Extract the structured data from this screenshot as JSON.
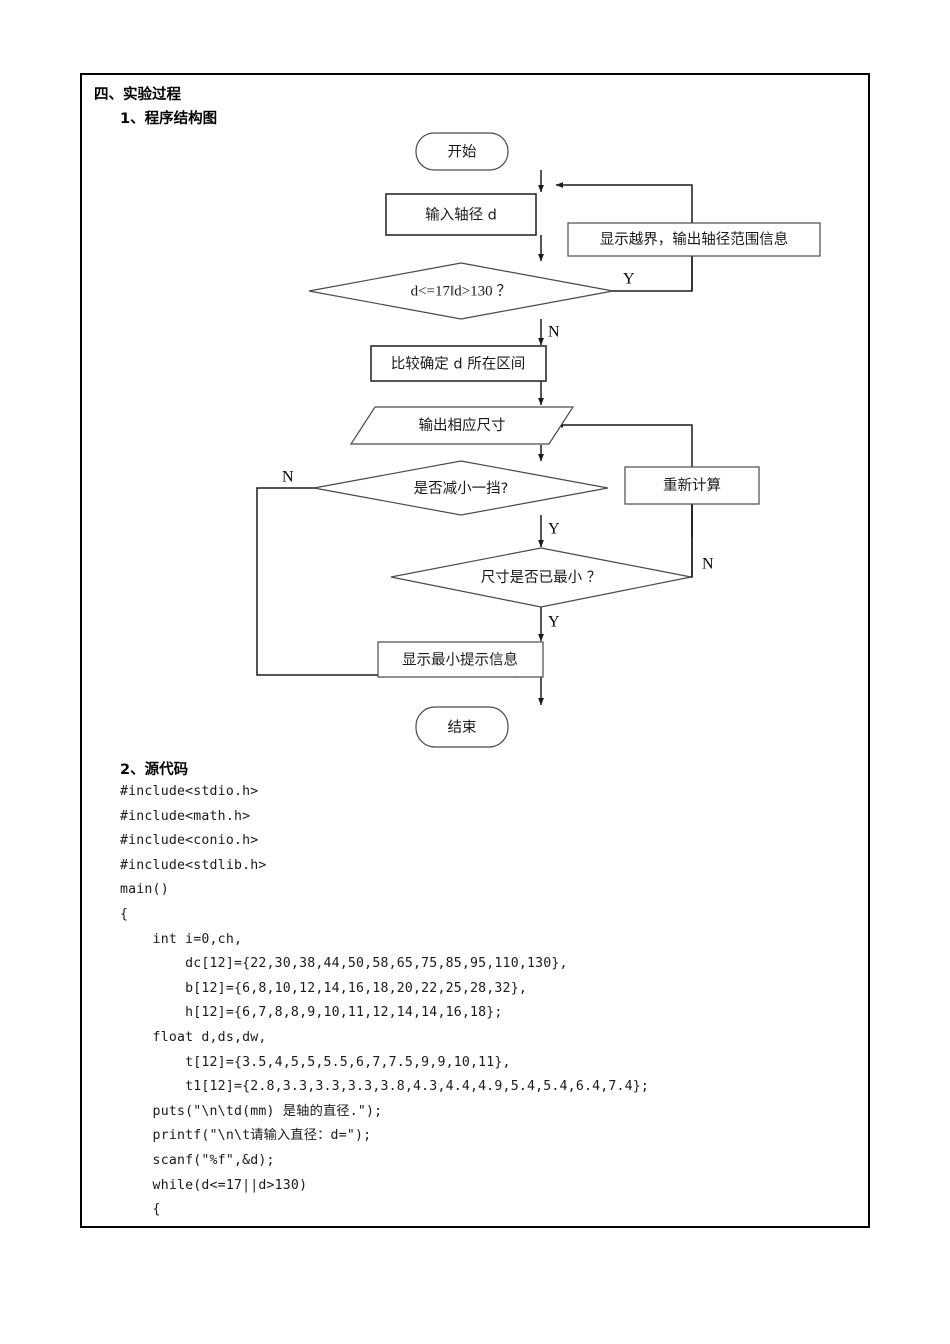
{
  "document": {
    "section_heading": "四、实验过程",
    "subsection_1": "1、程序结构图",
    "subsection_2": "2、源代码"
  },
  "flowchart": {
    "nodes": {
      "start": "开始",
      "input_diameter": "输入轴径 d",
      "out_of_range_msg": "显示越界，输出轴径范围信息",
      "check_range": "d<=17‖d>130 ？",
      "determine_interval": "比较确定 d 所在区间",
      "output_size": "输出相应尺寸",
      "reduce_one_step": "是否减小一挡?",
      "recalculate": "重新计算",
      "is_minimum": "尺寸是否已最小 ？",
      "show_min_msg": "显示最小提示信息",
      "end": "结束"
    },
    "branch_labels": {
      "range_yes": "Y",
      "range_no": "N",
      "reduce_no": "N",
      "reduce_yes": "Y",
      "min_no": "N",
      "min_yes": "Y"
    }
  },
  "source_code": {
    "lines": [
      "#include<stdio.h>",
      "#include<math.h>",
      "#include<conio.h>",
      "#include<stdlib.h>",
      "main()",
      "{",
      "    int i=0,ch,",
      "        dc[12]={22,30,38,44,50,58,65,75,85,95,110,130},",
      "        b[12]={6,8,10,12,14,16,18,20,22,25,28,32},",
      "        h[12]={6,7,8,8,9,10,11,12,14,14,16,18};",
      "    float d,ds,dw,",
      "        t[12]={3.5,4,5,5,5.5,6,7,7.5,9,9,10,11},",
      "        t1[12]={2.8,3.3,3.3,3.3,3.8,4.3,4.4,4.9,5.4,5.4,6.4,7.4};",
      "    puts(\"\\n\\td(mm) 是轴的直径.\");",
      "    printf(\"\\n\\t请输入直径：d=\");",
      "    scanf(\"%f\",&d);",
      "    while(d<=17||d>130)",
      "    {"
    ]
  },
  "colors": {
    "border": "#000000",
    "shape_stroke": "#2b2b2b",
    "text": "#1a1a1a",
    "background": "#ffffff"
  }
}
